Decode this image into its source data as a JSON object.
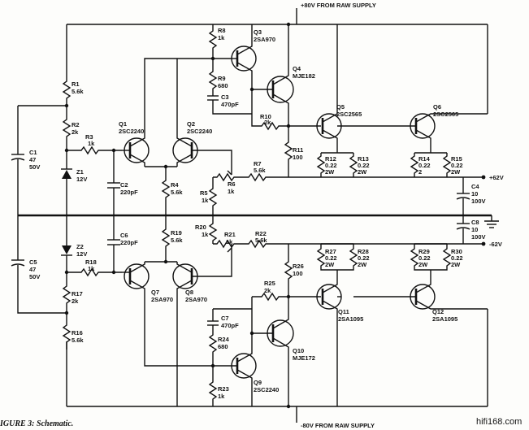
{
  "supply": {
    "top": "+80V FROM RAW SUPPLY",
    "bottom": "-80V FROM RAW SUPPLY"
  },
  "caption": "IGURE 3: Schematic.",
  "watermark": "hifi168.com",
  "outputs": {
    "pos": "+62V",
    "neg": "-62V"
  },
  "components": {
    "r1": [
      "R1",
      "5.6k"
    ],
    "r2": [
      "R2",
      "2k"
    ],
    "r3": [
      "R3",
      "1k"
    ],
    "c1": [
      "C1",
      "47",
      "50V"
    ],
    "z1": [
      "Z1",
      "12V"
    ],
    "q1": [
      "Q1",
      "2SC2240"
    ],
    "q2": [
      "Q2",
      "2SC2240"
    ],
    "c2": [
      "C2",
      "220pF"
    ],
    "r4": [
      "R4",
      "5.6k"
    ],
    "r8": [
      "R8",
      "1k"
    ],
    "q3": [
      "Q3",
      "2SA970"
    ],
    "r9": [
      "R9",
      "680"
    ],
    "c3": [
      "C3",
      "470pF"
    ],
    "q4": [
      "Q4",
      "MJE182"
    ],
    "r10": [
      "R10",
      "2k"
    ],
    "r11": [
      "R11",
      "100"
    ],
    "q5": [
      "Q5",
      "2SC2565"
    ],
    "q6": [
      "Q6",
      "2SC2565"
    ],
    "r12": [
      "R12",
      "0.22",
      "2W"
    ],
    "r13": [
      "R13",
      "0.22",
      "2W"
    ],
    "r14": [
      "R14",
      "0.22",
      "2"
    ],
    "r15": [
      "R15",
      "0.22",
      "2W"
    ],
    "r7": [
      "R7",
      "5.6k"
    ],
    "r6": [
      "R6",
      "1k"
    ],
    "r5": [
      "R5",
      "1k"
    ],
    "c4": [
      "C4",
      "10",
      "100V"
    ],
    "c5": [
      "C5",
      "47",
      "50V"
    ],
    "z2": [
      "Z2",
      "12V"
    ],
    "r18": [
      "R18",
      "1k"
    ],
    "c6": [
      "C6",
      "220pF"
    ],
    "r19": [
      "R19",
      "5.6k"
    ],
    "r20": [
      "R20",
      "1k"
    ],
    "r21": [
      "R21",
      "1k"
    ],
    "r22": [
      "R22",
      "5.6k"
    ],
    "c8": [
      "C8",
      "10",
      "100V"
    ],
    "r17": [
      "R17",
      "2k"
    ],
    "r16": [
      "R16",
      "5.6k"
    ],
    "q7": [
      "Q7",
      "2SA970"
    ],
    "q8": [
      "Q8",
      "2SA970"
    ],
    "r26": [
      "R26",
      "100"
    ],
    "r25": [
      "R25",
      "2k"
    ],
    "c7": [
      "C7",
      "470pF"
    ],
    "r24": [
      "R24",
      "680"
    ],
    "r23": [
      "R23",
      "1k"
    ],
    "q9": [
      "Q9",
      "2SC2240"
    ],
    "q10": [
      "Q10",
      "MJE172"
    ],
    "q11": [
      "Q11",
      "2SA1095"
    ],
    "q12": [
      "Q12",
      "2SA1095"
    ],
    "r27": [
      "R27",
      "0.22",
      "2W"
    ],
    "r28": [
      "R28",
      "0.22",
      "2W"
    ],
    "r29": [
      "R29",
      "0.22",
      "2W"
    ],
    "r30": [
      "R30",
      "0.22",
      "2W"
    ]
  }
}
